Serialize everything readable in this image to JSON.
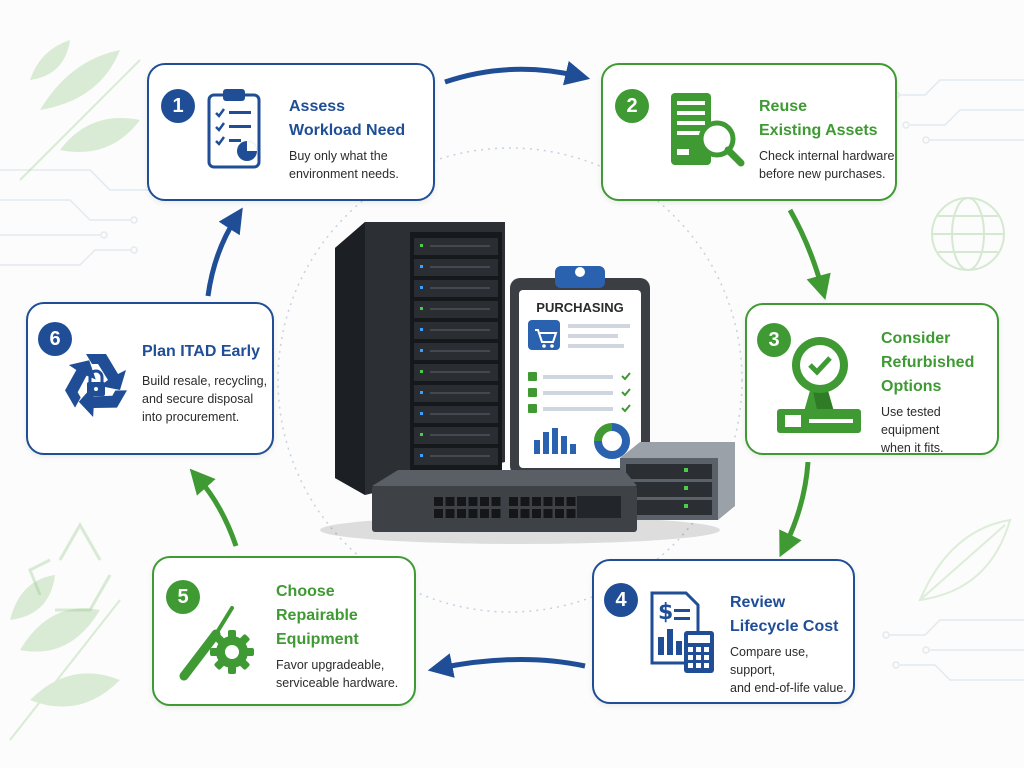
{
  "colors": {
    "blue": "#1f4e96",
    "green": "#3f9a34"
  },
  "clipboard": {
    "header": "PURCHASING"
  },
  "steps": [
    {
      "number": "1",
      "title": "Assess\nWorkload Need",
      "description": "Buy only what the\nenvironment needs.",
      "icon": "checklist-clipboard-icon"
    },
    {
      "number": "2",
      "title": "Reuse\nExisting Assets",
      "description": "Check internal hardware\nbefore new purchases.",
      "icon": "server-magnifier-icon"
    },
    {
      "number": "3",
      "title": "Consider\nRefurbished\nOptions",
      "description": "Use tested equipment\nwhen it fits.",
      "icon": "certified-badge-icon"
    },
    {
      "number": "4",
      "title": "Review\nLifecycle Cost",
      "description": "Compare use, support,\nand end-of-life value.",
      "icon": "cost-calculator-icon"
    },
    {
      "number": "5",
      "title": "Choose\nRepairable\nEquipment",
      "description": "Favor upgradeable,\nserviceable hardware.",
      "icon": "wrench-gear-icon"
    },
    {
      "number": "6",
      "title": "Plan ITAD Early",
      "description": "Build resale, recycling,\nand secure disposal\ninto procurement.",
      "icon": "recycle-lock-icon"
    }
  ]
}
